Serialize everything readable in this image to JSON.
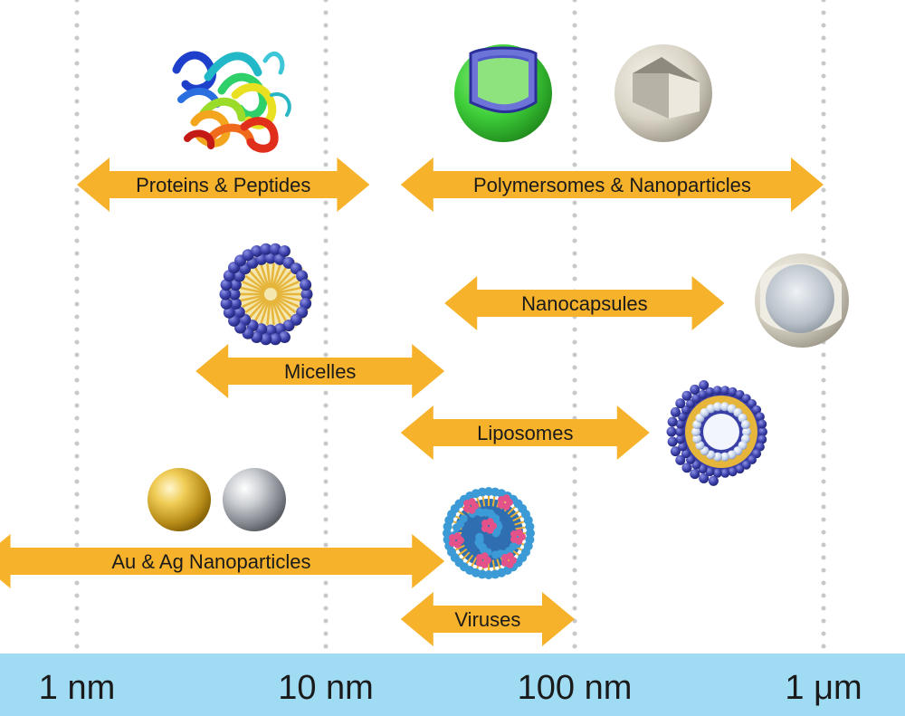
{
  "axis": {
    "scale": "log",
    "ticks": [
      {
        "label": "1 nm",
        "value_nm": 1
      },
      {
        "label": "10 nm",
        "value_nm": 10
      },
      {
        "label": "100 nm",
        "value_nm": 100
      },
      {
        "label": "1 μm",
        "value_nm": 1000
      }
    ]
  },
  "ranges": [
    {
      "id": "proteins",
      "label": "Proteins & Peptides",
      "min_nm": 1,
      "max_nm": 15,
      "illustration": "protein-ribbon-icon"
    },
    {
      "id": "polymersomes",
      "label": "Polymersomes & Nanoparticles",
      "min_nm": 20,
      "max_nm": 1000,
      "illustration": "polymersome-icon"
    },
    {
      "id": "micelles",
      "label": "Micelles",
      "min_nm": 3,
      "max_nm": 30,
      "illustration": "micelle-icon"
    },
    {
      "id": "nanocapsules",
      "label": "Nanocapsules",
      "min_nm": 30,
      "max_nm": 400,
      "illustration": "nanocapsule-icon"
    },
    {
      "id": "liposomes",
      "label": "Liposomes",
      "min_nm": 20,
      "max_nm": 200,
      "illustration": "liposome-icon"
    },
    {
      "id": "au-ag",
      "label": "Au & Ag Nanoparticles",
      "min_nm": 0.4,
      "max_nm": 30,
      "illustration": "metal-nanoparticle-icon"
    },
    {
      "id": "viruses",
      "label": "Viruses",
      "min_nm": 20,
      "max_nm": 100,
      "illustration": "virus-icon"
    }
  ],
  "colors": {
    "arrow": "#f7b22c",
    "axis_band": "#9fdbf3",
    "gridline": "#c8c8c8",
    "gold": "#e0b230",
    "silver": "#b9bcc0",
    "blue_bead": "#3a3fa8",
    "lipid_tail": "#e6b53b",
    "green_shell": "#3fcf3a",
    "virus_blue": "#3c9ad6",
    "virus_pink": "#e3538a"
  }
}
